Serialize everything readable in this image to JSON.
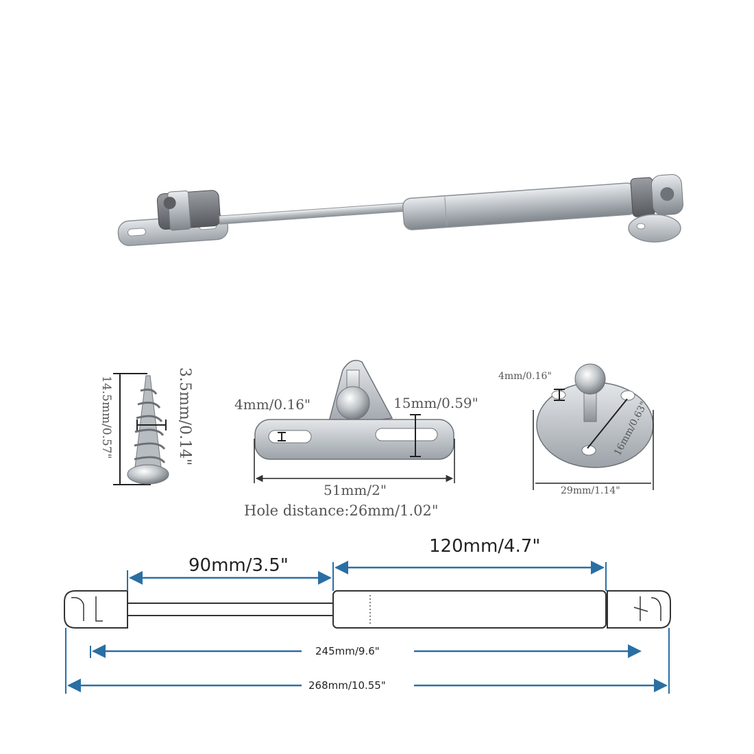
{
  "screw": {
    "length_label": "14.5mm/0.57\"",
    "diameter_label": "3.5mm/0.14\""
  },
  "bracket": {
    "hole_label": "4mm/0.16\"",
    "height_label": "15mm/0.59\"",
    "width_label": "51mm/2\"",
    "hole_distance_label": "Hole distance:26mm/1.02\""
  },
  "round_plate": {
    "hole_label": "4mm/0.16\"",
    "diagonal_label": "16mm/0.63\"",
    "diameter_label": "29mm/1.14\""
  },
  "strut_drawing": {
    "stroke_label": "90mm/3.5\"",
    "body_label": "120mm/4.7\"",
    "center_length_label": "245mm/9.6\"",
    "total_length_label": "268mm/10.55\""
  },
  "colors": {
    "dimension_arrow": "#2a6fa3",
    "outline": "#333333",
    "metal_light": "#d9dde1",
    "metal_dark": "#7d848a",
    "rubber": "#6e7277"
  }
}
